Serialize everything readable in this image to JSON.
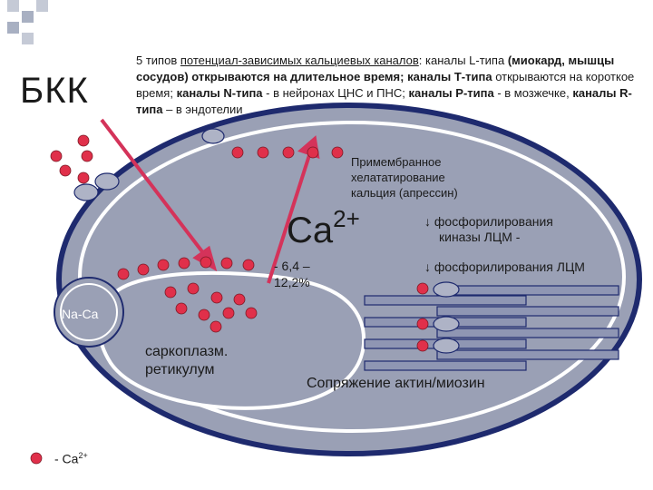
{
  "title": "БКК",
  "description": {
    "lead": "5 типов ",
    "channels_link": "потенциал-зависимых кальциевых каналов",
    "after_link": ": каналы L-типа",
    "l_type_detail": "(миокард, мышцы сосудов) открываются на длительное время;",
    "t_type_name": "каналы Т-типа",
    "t_type_text": " открываются на короткое время; ",
    "n_type_name": "каналы N-типа",
    "n_type_text": " - в нейронах ЦНС и ПНС; ",
    "p_type_name": "каналы Р-типа",
    "p_type_text": " - в мозжечке, ",
    "r_type_name": "каналы R-типа",
    "r_type_text": " – в эндотелии"
  },
  "labels": {
    "gelation_1": "Примембранное",
    "gelation_2": "хелататирование",
    "gelation_3": "кальция (апрессин)",
    "ca_base": "Ca",
    "ca_charge": "2+",
    "pct_1": "- 6,4 –",
    "pct_2": "12,2%",
    "phospho_kinase_1": "фосфорилирования",
    "phospho_kinase_2": "киназы ЛЦМ -",
    "phospho_lcm": "фосфорилирования ЛЦМ",
    "arrow_glyph": "↓",
    "na_ca": "Na-Ca",
    "sr_1": "саркоплазм.",
    "sr_2": "ретикулум",
    "coupling": "Сопряжение актин/миозин"
  },
  "legend": {
    "prefix": "- Ca",
    "charge": "2+"
  },
  "colors": {
    "cell_fill": "#9aa0b5",
    "cell_border": "#1e2a6e",
    "membrane": "#ffffff",
    "ion": "#e0304a",
    "arrow": "#d4335a",
    "filament": "#8f96b3",
    "channel": "#aeb3c6",
    "deco_square": "#a8b0c2"
  }
}
